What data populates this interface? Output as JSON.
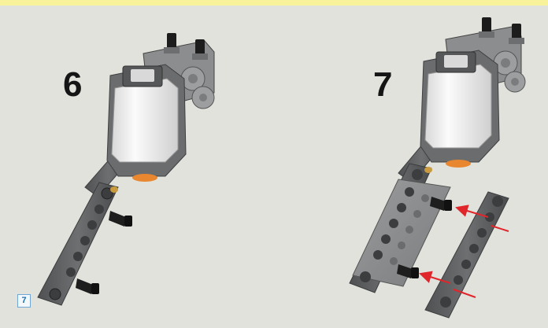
{
  "instructions": {
    "steps": [
      {
        "number": "6"
      },
      {
        "number": "7"
      }
    ],
    "page_badge": "7"
  },
  "colors": {
    "background": "#e2e2dd",
    "header_band": "#f8f39a",
    "beam_dark_gray": "#5f6163",
    "motor_white": "#f2f2f2",
    "pin_black": "#1c1c1c",
    "arrow_red": "#e0262b",
    "bushing_orange": "#e8872f"
  },
  "icons": {
    "assembly_arrow": "arrow-right-icon"
  }
}
